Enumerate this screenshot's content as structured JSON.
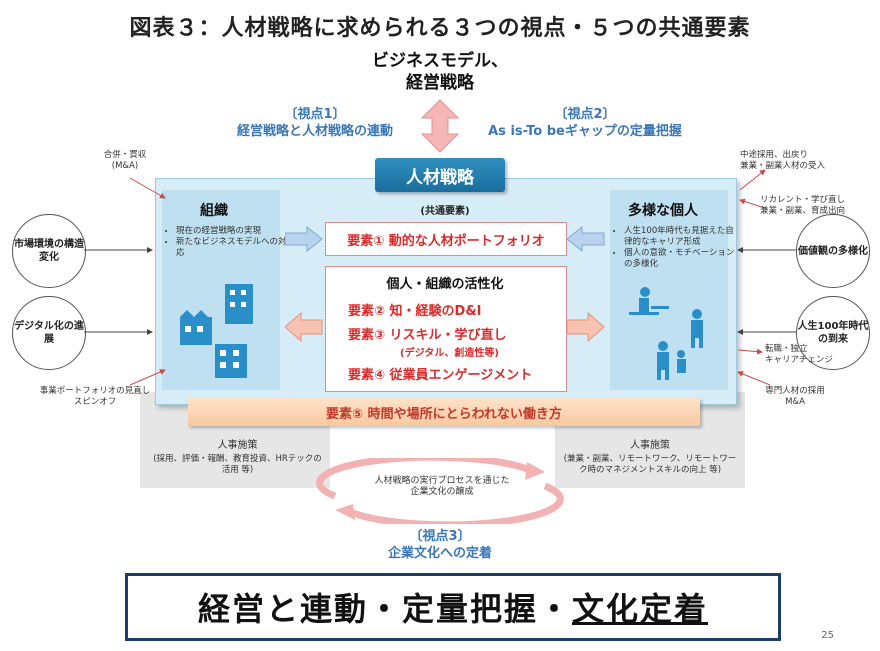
{
  "title": "図表３：人材戦略に求められる３つの視点・５つの共通要素",
  "business": {
    "line1": "ビジネスモデル、",
    "line2": "経営戦略"
  },
  "viewpoint1": {
    "label": "〔視点1〕",
    "text": "経営戦略と人材戦略の連動"
  },
  "viewpoint2": {
    "label": "〔視点2〕",
    "text": "As is-To beギャップの定量把握"
  },
  "viewpoint3": {
    "label": "〔視点3〕",
    "text": "企業文化への定着"
  },
  "hr_strategy": "人材戦略",
  "common_elements_label": "(共通要素)",
  "organization": {
    "heading": "組織",
    "bullets": [
      "現在の経営戦略の実現",
      "新たなビジネスモデルへの対応"
    ]
  },
  "individual": {
    "heading": "多様な個人",
    "bullets": [
      "人生100年時代も見据えた自律的なキャリア形成",
      "個人の意欲・モチベーションの多様化"
    ]
  },
  "element1": "要素① 動的な人材ポートフォリオ",
  "activation": {
    "heading": "個人・組織の活性化",
    "element2": "要素② 知・経験のD&I",
    "element3": "要素③ リスキル・学び直し",
    "element3_sub": "(デジタル、創造性等)",
    "element4": "要素④ 従業員エンゲージメント"
  },
  "element5": "要素⑤ 時間や場所にとらわれない働き方",
  "left_circles": [
    "市場環境の構造変化",
    "デジタル化の進展"
  ],
  "right_circles": [
    "価値観の多様化",
    "人生100年時代の到来"
  ],
  "annotations": {
    "left_top": "合併・買収\n(M&A)",
    "left_bottom": "事業ポートフォリオの見直し\nスピンオフ",
    "right_top1": "中途採用、出戻り\n兼業・副業人材の受入",
    "right_top2": "リカレント・学び直し\n兼業・副業、育成出向",
    "right_mid": "転職・独立\nキャリアチェンジ",
    "right_bottom": "専門人材の採用\nM&A"
  },
  "hr_policy_left": {
    "heading": "人事施策",
    "detail": "(採用、評価・報酬、教育投資、HRテックの活用 等)"
  },
  "hr_policy_right": {
    "heading": "人事施策",
    "detail": "(兼業・副業、リモートワーク、リモートワーク時のマネジメントスキルの向上 等)"
  },
  "cycle_text": "人材戦略の実行プロセスを通じた企業文化の醸成",
  "conclusion": {
    "part1": "経営と連動・定量把握・",
    "part2": "文化定着"
  },
  "page_number": "25"
}
